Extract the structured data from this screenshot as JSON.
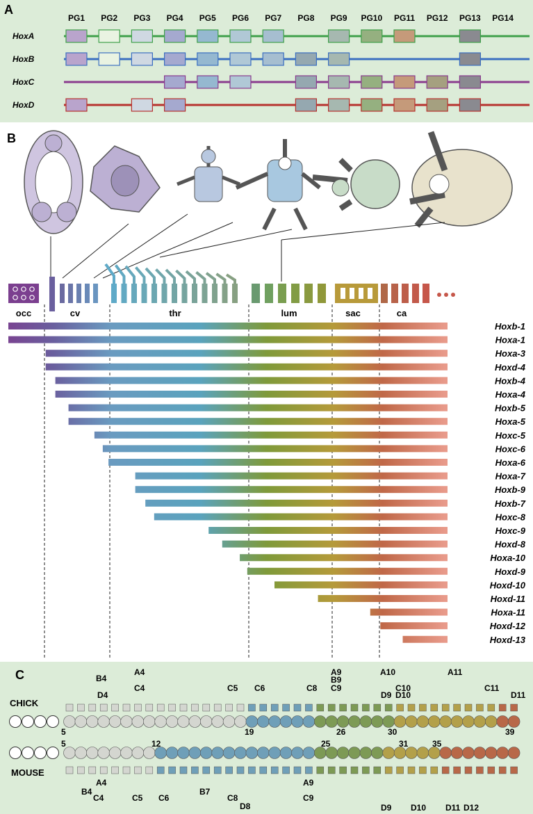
{
  "panel_a": {
    "letter": "A",
    "pg_labels": [
      "PG1",
      "PG2",
      "PG3",
      "PG4",
      "PG5",
      "PG6",
      "PG7",
      "PG8",
      "PG9",
      "PG10",
      "PG11",
      "PG12",
      "PG13",
      "PG14"
    ],
    "clusters": [
      {
        "name": "HoxA",
        "line_color": "#3fa04a",
        "genes": [
          1,
          2,
          3,
          4,
          5,
          6,
          7,
          9,
          10,
          11,
          13
        ]
      },
      {
        "name": "HoxB",
        "line_color": "#3b6fc0",
        "genes": [
          1,
          2,
          3,
          4,
          5,
          6,
          7,
          8,
          9,
          13
        ]
      },
      {
        "name": "HoxC",
        "line_color": "#8a3b8e",
        "genes": [
          4,
          5,
          6,
          8,
          9,
          10,
          11,
          12,
          13
        ]
      },
      {
        "name": "HoxD",
        "line_color": "#b7322e",
        "genes": [
          1,
          3,
          4,
          8,
          9,
          10,
          11,
          12,
          13
        ]
      }
    ]
  },
  "panel_b": {
    "letter": "B",
    "regions": [
      {
        "label": "occ",
        "color": "#7b3f8f"
      },
      {
        "label": "cv",
        "color": "#6a5f9e"
      },
      {
        "label": "thr",
        "color": "#5aa3bd"
      },
      {
        "label": "lum",
        "color": "#7f9a3a"
      },
      {
        "label": "sac",
        "color": "#b08a3a"
      },
      {
        "label": "ca",
        "color": "#b35a45"
      }
    ],
    "bars": [
      {
        "gene": "Hoxb-1",
        "start": 0.0
      },
      {
        "gene": "Hoxa-1",
        "start": 0.0
      },
      {
        "gene": "Hoxa-3",
        "start": 0.085
      },
      {
        "gene": "Hoxd-4",
        "start": 0.085
      },
      {
        "gene": "Hoxb-4",
        "start": 0.107
      },
      {
        "gene": "Hoxa-4",
        "start": 0.107
      },
      {
        "gene": "Hoxb-5",
        "start": 0.137
      },
      {
        "gene": "Hoxa-5",
        "start": 0.137
      },
      {
        "gene": "Hoxc-5",
        "start": 0.196
      },
      {
        "gene": "Hoxc-6",
        "start": 0.215
      },
      {
        "gene": "Hoxa-6",
        "start": 0.228
      },
      {
        "gene": "Hoxa-7",
        "start": 0.289
      },
      {
        "gene": "Hoxb-9",
        "start": 0.289
      },
      {
        "gene": "Hoxb-7",
        "start": 0.312
      },
      {
        "gene": "Hoxc-8",
        "start": 0.332
      },
      {
        "gene": "Hoxc-9",
        "start": 0.456
      },
      {
        "gene": "Hoxd-8",
        "start": 0.487
      },
      {
        "gene": "Hoxa-10",
        "start": 0.527
      },
      {
        "gene": "Hoxd-9",
        "start": 0.544
      },
      {
        "gene": "Hoxd-10",
        "start": 0.606
      },
      {
        "gene": "Hoxd-11",
        "start": 0.705
      },
      {
        "gene": "Hoxa-11",
        "start": 0.824
      },
      {
        "gene": "Hoxd-12",
        "start": 0.847
      },
      {
        "gene": "Hoxd-13",
        "start": 0.898
      }
    ]
  },
  "panel_c": {
    "letter": "C",
    "chick_label": "CHICK",
    "mouse_label": "MOUSE",
    "chick_top_labels": [
      "B4",
      "A4",
      "D4",
      "C4",
      "C5",
      "C6",
      "C8",
      "A9",
      "B9",
      "C9",
      "A10",
      "C10",
      "D9",
      "D10",
      "A11",
      "C11",
      "D11"
    ],
    "chick_numbers": [
      "5",
      "19",
      "26",
      "30",
      "39"
    ],
    "mouse_numbers": [
      "5",
      "12",
      "25",
      "31",
      "35"
    ],
    "mouse_bottom_labels": [
      "A4",
      "B4",
      "C4",
      "C5",
      "C6",
      "B7",
      "C8",
      "D8",
      "A9",
      "C9",
      "D9",
      "D10",
      "D11",
      "D12"
    ]
  }
}
